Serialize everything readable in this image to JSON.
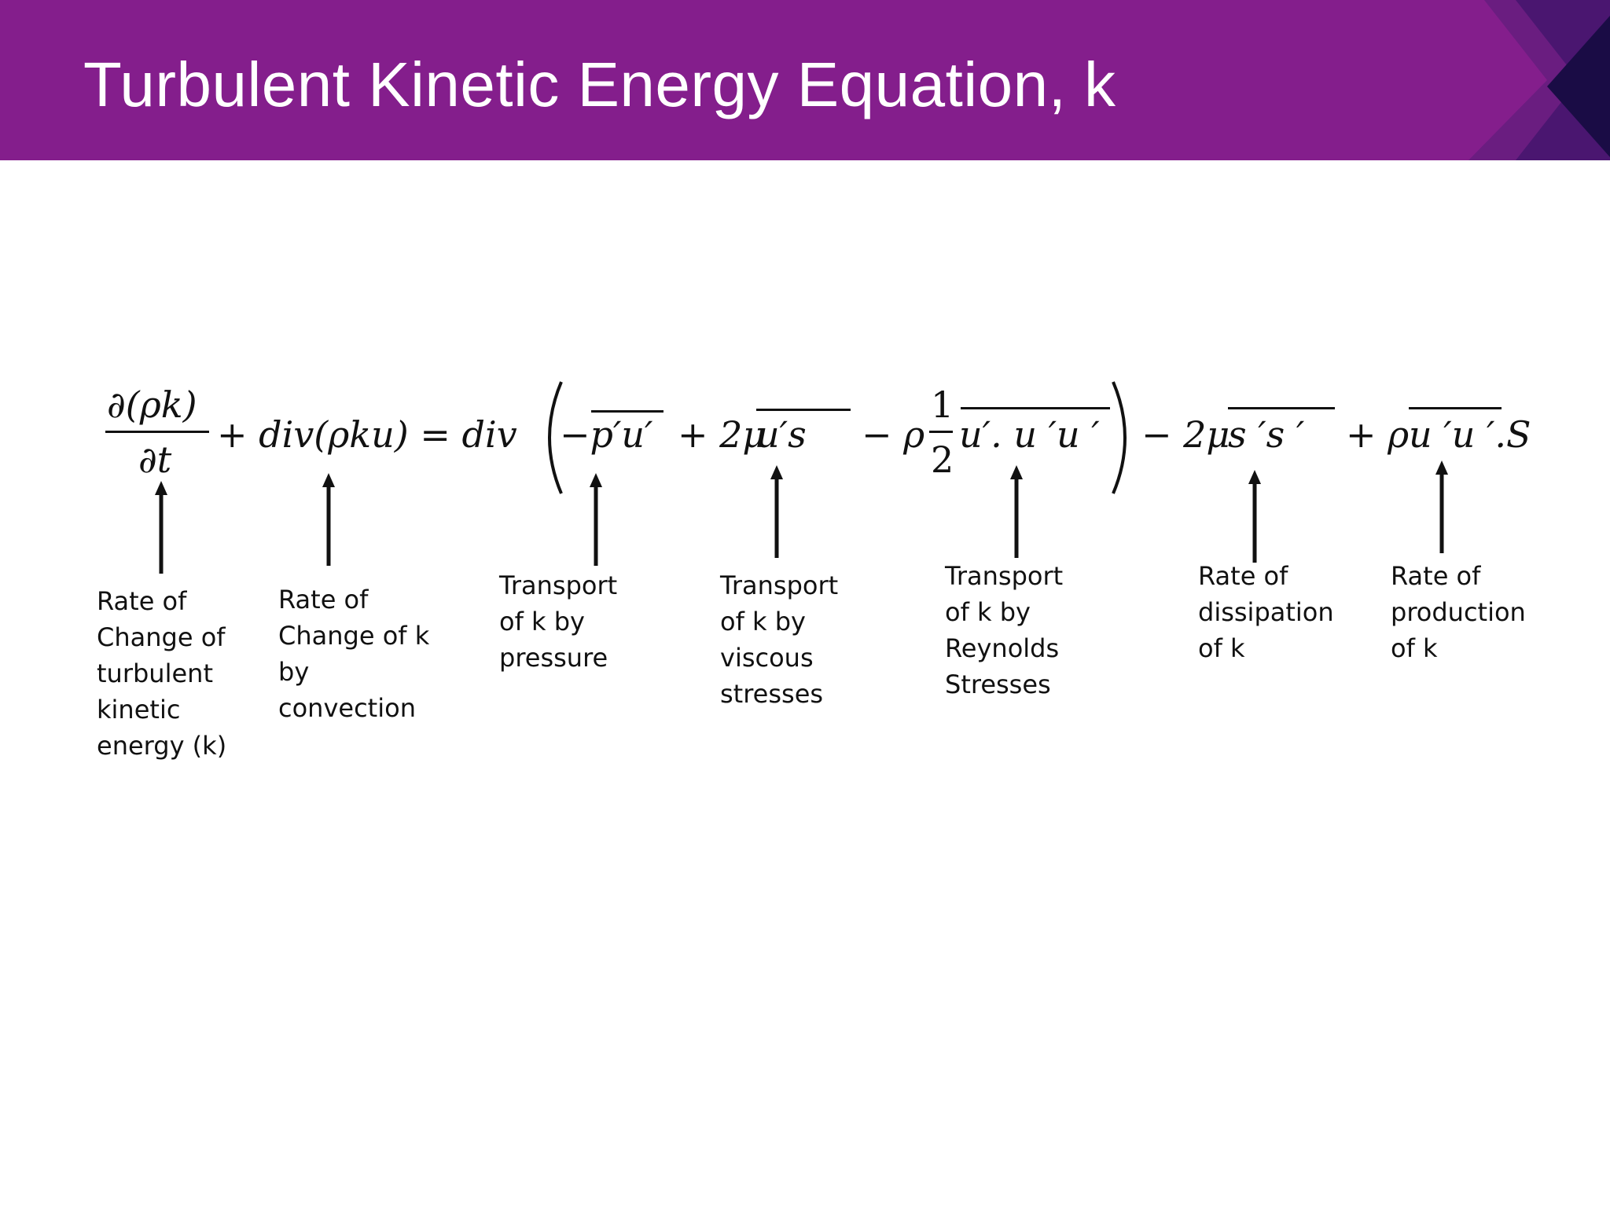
{
  "slide": {
    "title": "Turbulent Kinetic Energy Equation, k",
    "header_color": "#841e8c",
    "accent_dark": "#2a0f5a"
  },
  "equation": {
    "frac_num": "∂(ρk)",
    "frac_den": "∂t",
    "term_convection": "+ div(ρku) = div",
    "term_pressure": "−p′u′",
    "term_viscous_prefix": "+ 2μ",
    "term_viscous": "u′s",
    "term_reynolds_prefix": "− ρ",
    "half_num": "1",
    "half_den": "2",
    "term_reynolds": "u′. u ′u ′",
    "term_dissipation_prefix": "− 2μ",
    "term_dissipation": "s ′s ′",
    "term_production_prefix": "+ ρ",
    "term_production": "u ′u ′.S"
  },
  "labels": [
    {
      "lines": [
        "Rate of",
        "Change of",
        "turbulent",
        "kinetic",
        "energy (k)"
      ]
    },
    {
      "lines": [
        "Rate of",
        "Change of k",
        "by",
        "convection"
      ]
    },
    {
      "lines": [
        "Transport",
        "of k by",
        "pressure"
      ]
    },
    {
      "lines": [
        "Transport",
        "of k by",
        "viscous",
        "stresses"
      ]
    },
    {
      "lines": [
        "Transport",
        "of k by",
        "Reynolds",
        "Stresses"
      ]
    },
    {
      "lines": [
        "Rate of",
        "dissipation",
        "of k"
      ]
    },
    {
      "lines": [
        "Rate of",
        "production",
        "of k"
      ]
    }
  ]
}
